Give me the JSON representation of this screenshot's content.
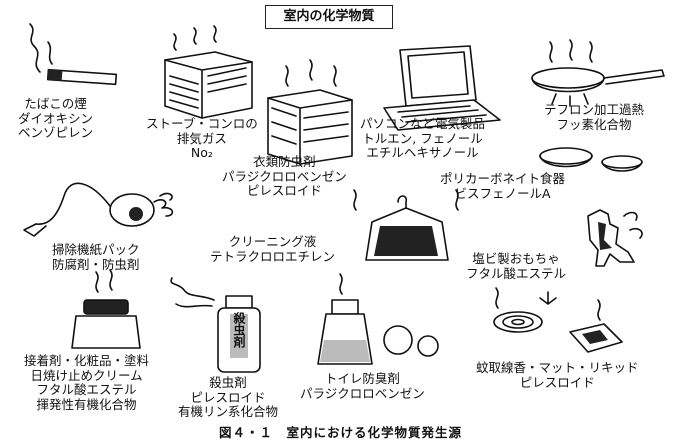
{
  "title": "室内の化学物質",
  "caption": "図４・１　室内における化学物質発生源",
  "sources": {
    "tobacco": [
      "たばこの煙",
      "ダイオキシン",
      "ベンゾピレン"
    ],
    "stove": [
      "ストーブ・コンロの",
      "排気ガス",
      "No₂"
    ],
    "pc": [
      "パソコンなど電気製品",
      "トルエン, フェノール",
      "エチルヘキサノール"
    ],
    "teflon": [
      "テフロン加工過熱",
      "フッ素化合物"
    ],
    "clothes": [
      "衣類防虫剤",
      "パラジクロロベンゼン",
      "ピレスロイド"
    ],
    "polycarbonate": [
      "ポリカーボネイト食器",
      "ビスフェノールA"
    ],
    "vacuum": [
      "掃除機紙パック",
      "防腐剤・防虫剤"
    ],
    "cleaning": [
      "クリーニング液",
      "テトラクロロエチレン"
    ],
    "toy": [
      "塩ビ製おもちゃ",
      "フタル酸エステル"
    ],
    "cosmetics": [
      "接着剤・化粧品・塗料",
      "日焼け止めクリーム",
      "フタル酸エステル",
      "揮発性有機化合物"
    ],
    "insecticide": [
      "殺虫剤",
      "ピレスロイド",
      "有機リン系化合物"
    ],
    "toilet": [
      "トイレ防臭剤",
      "パラジクロロベンゼン"
    ],
    "mosquito": [
      "蚊取線香・マット・リキッド",
      "ピレスロイド"
    ]
  },
  "can_label": "殺虫剤"
}
